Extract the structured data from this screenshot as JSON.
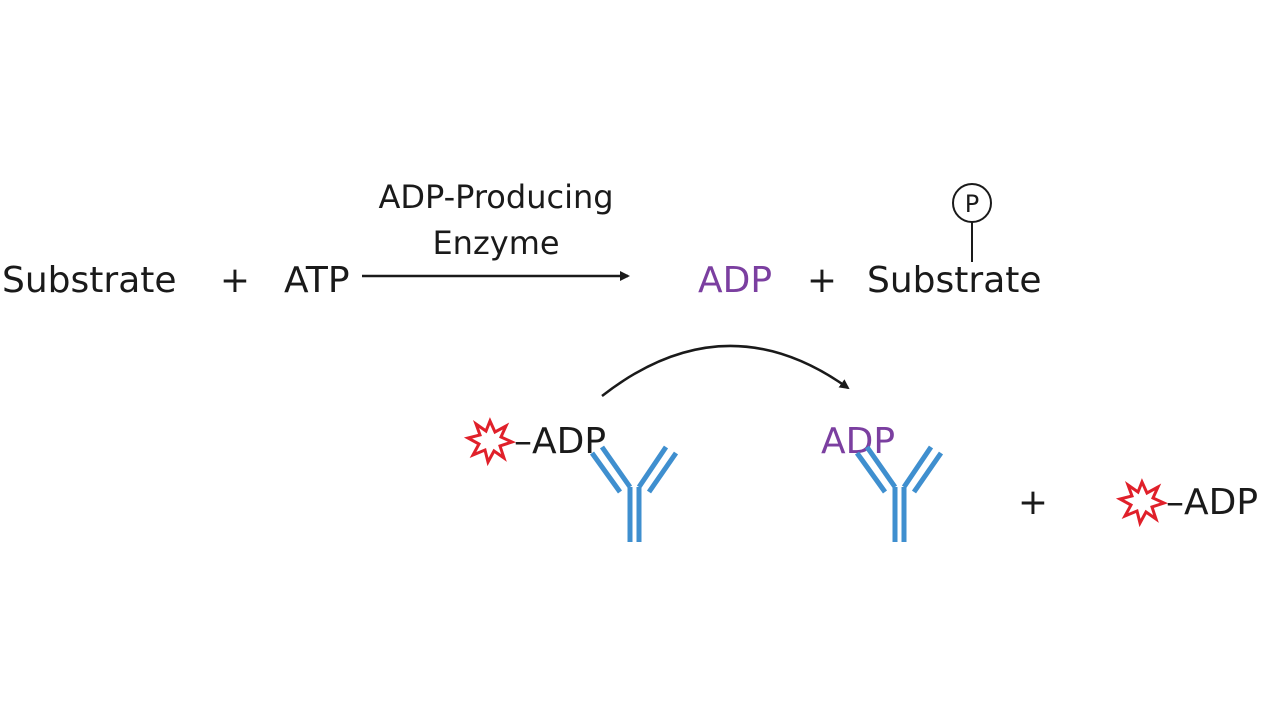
{
  "reaction": {
    "substrate": "Substrate",
    "plus_1": "+",
    "atp": "ATP",
    "enzyme_line1": "ADP-Producing",
    "enzyme_line2": "Enzyme",
    "adp_product": "ADP",
    "plus_2": "+",
    "substrate_product": "Substrate",
    "phosphate": "P"
  },
  "detection": {
    "tracer_label": "–ADP",
    "adp_bound": "ADP",
    "plus": "+",
    "tracer_free_label": "–ADP"
  },
  "colors": {
    "text": "#1a1a1a",
    "adp_purple": "#7b3fa0",
    "tracer_red": "#e0202a",
    "antibody_blue": "#3f8fcf"
  },
  "icons": {
    "tracer": "red-starburst-icon",
    "antibody": "antibody-y-icon"
  }
}
